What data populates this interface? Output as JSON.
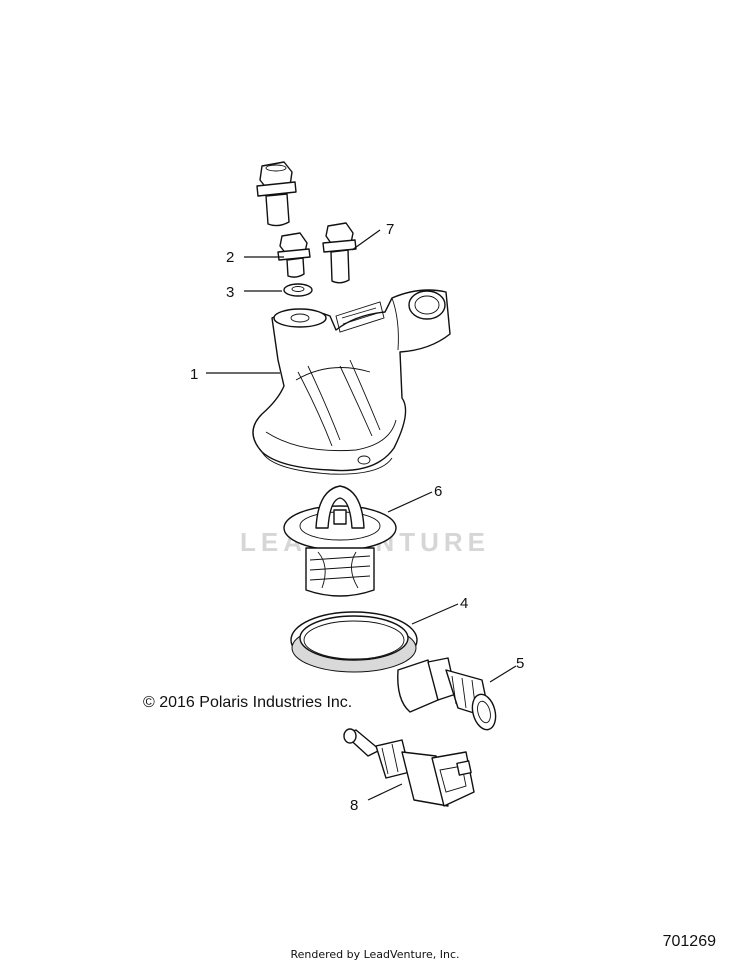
{
  "diagram": {
    "callouts": [
      "1",
      "2",
      "3",
      "4",
      "5",
      "6",
      "7",
      "8"
    ],
    "copyright": "© 2016 Polaris Industries Inc.",
    "diagram_id": "701269",
    "watermark": "LEADVENTURE",
    "footer": "Rendered by LeadVenture, Inc."
  }
}
